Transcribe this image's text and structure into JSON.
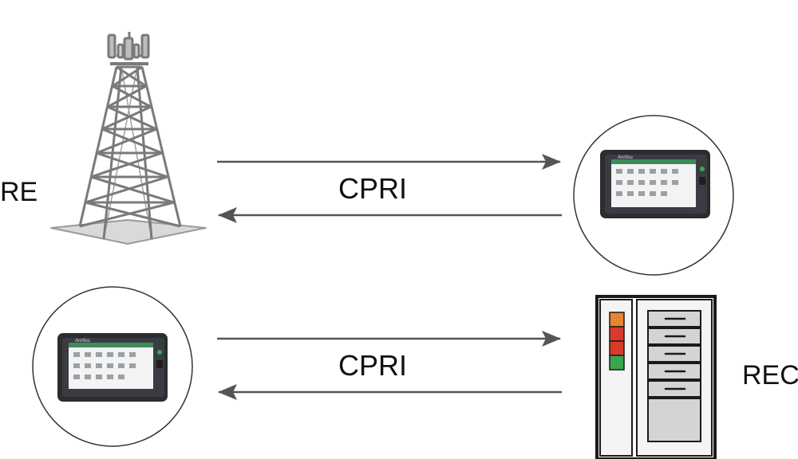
{
  "nodes": {
    "re": {
      "label": "RE"
    },
    "rec": {
      "label": "REC"
    }
  },
  "links": {
    "top": {
      "label": "CPRI"
    },
    "bottom": {
      "label": "CPRI"
    }
  },
  "devices": {
    "tester_brand": "Anritsu"
  },
  "colors": {
    "line": "#555555",
    "tower": "#7a7a7a",
    "device_body": "#2b2d31",
    "screen_header": "#3f8a5a",
    "led_orange": "#e8852e",
    "led_red": "#d93a2a",
    "led_green": "#3aa650"
  }
}
